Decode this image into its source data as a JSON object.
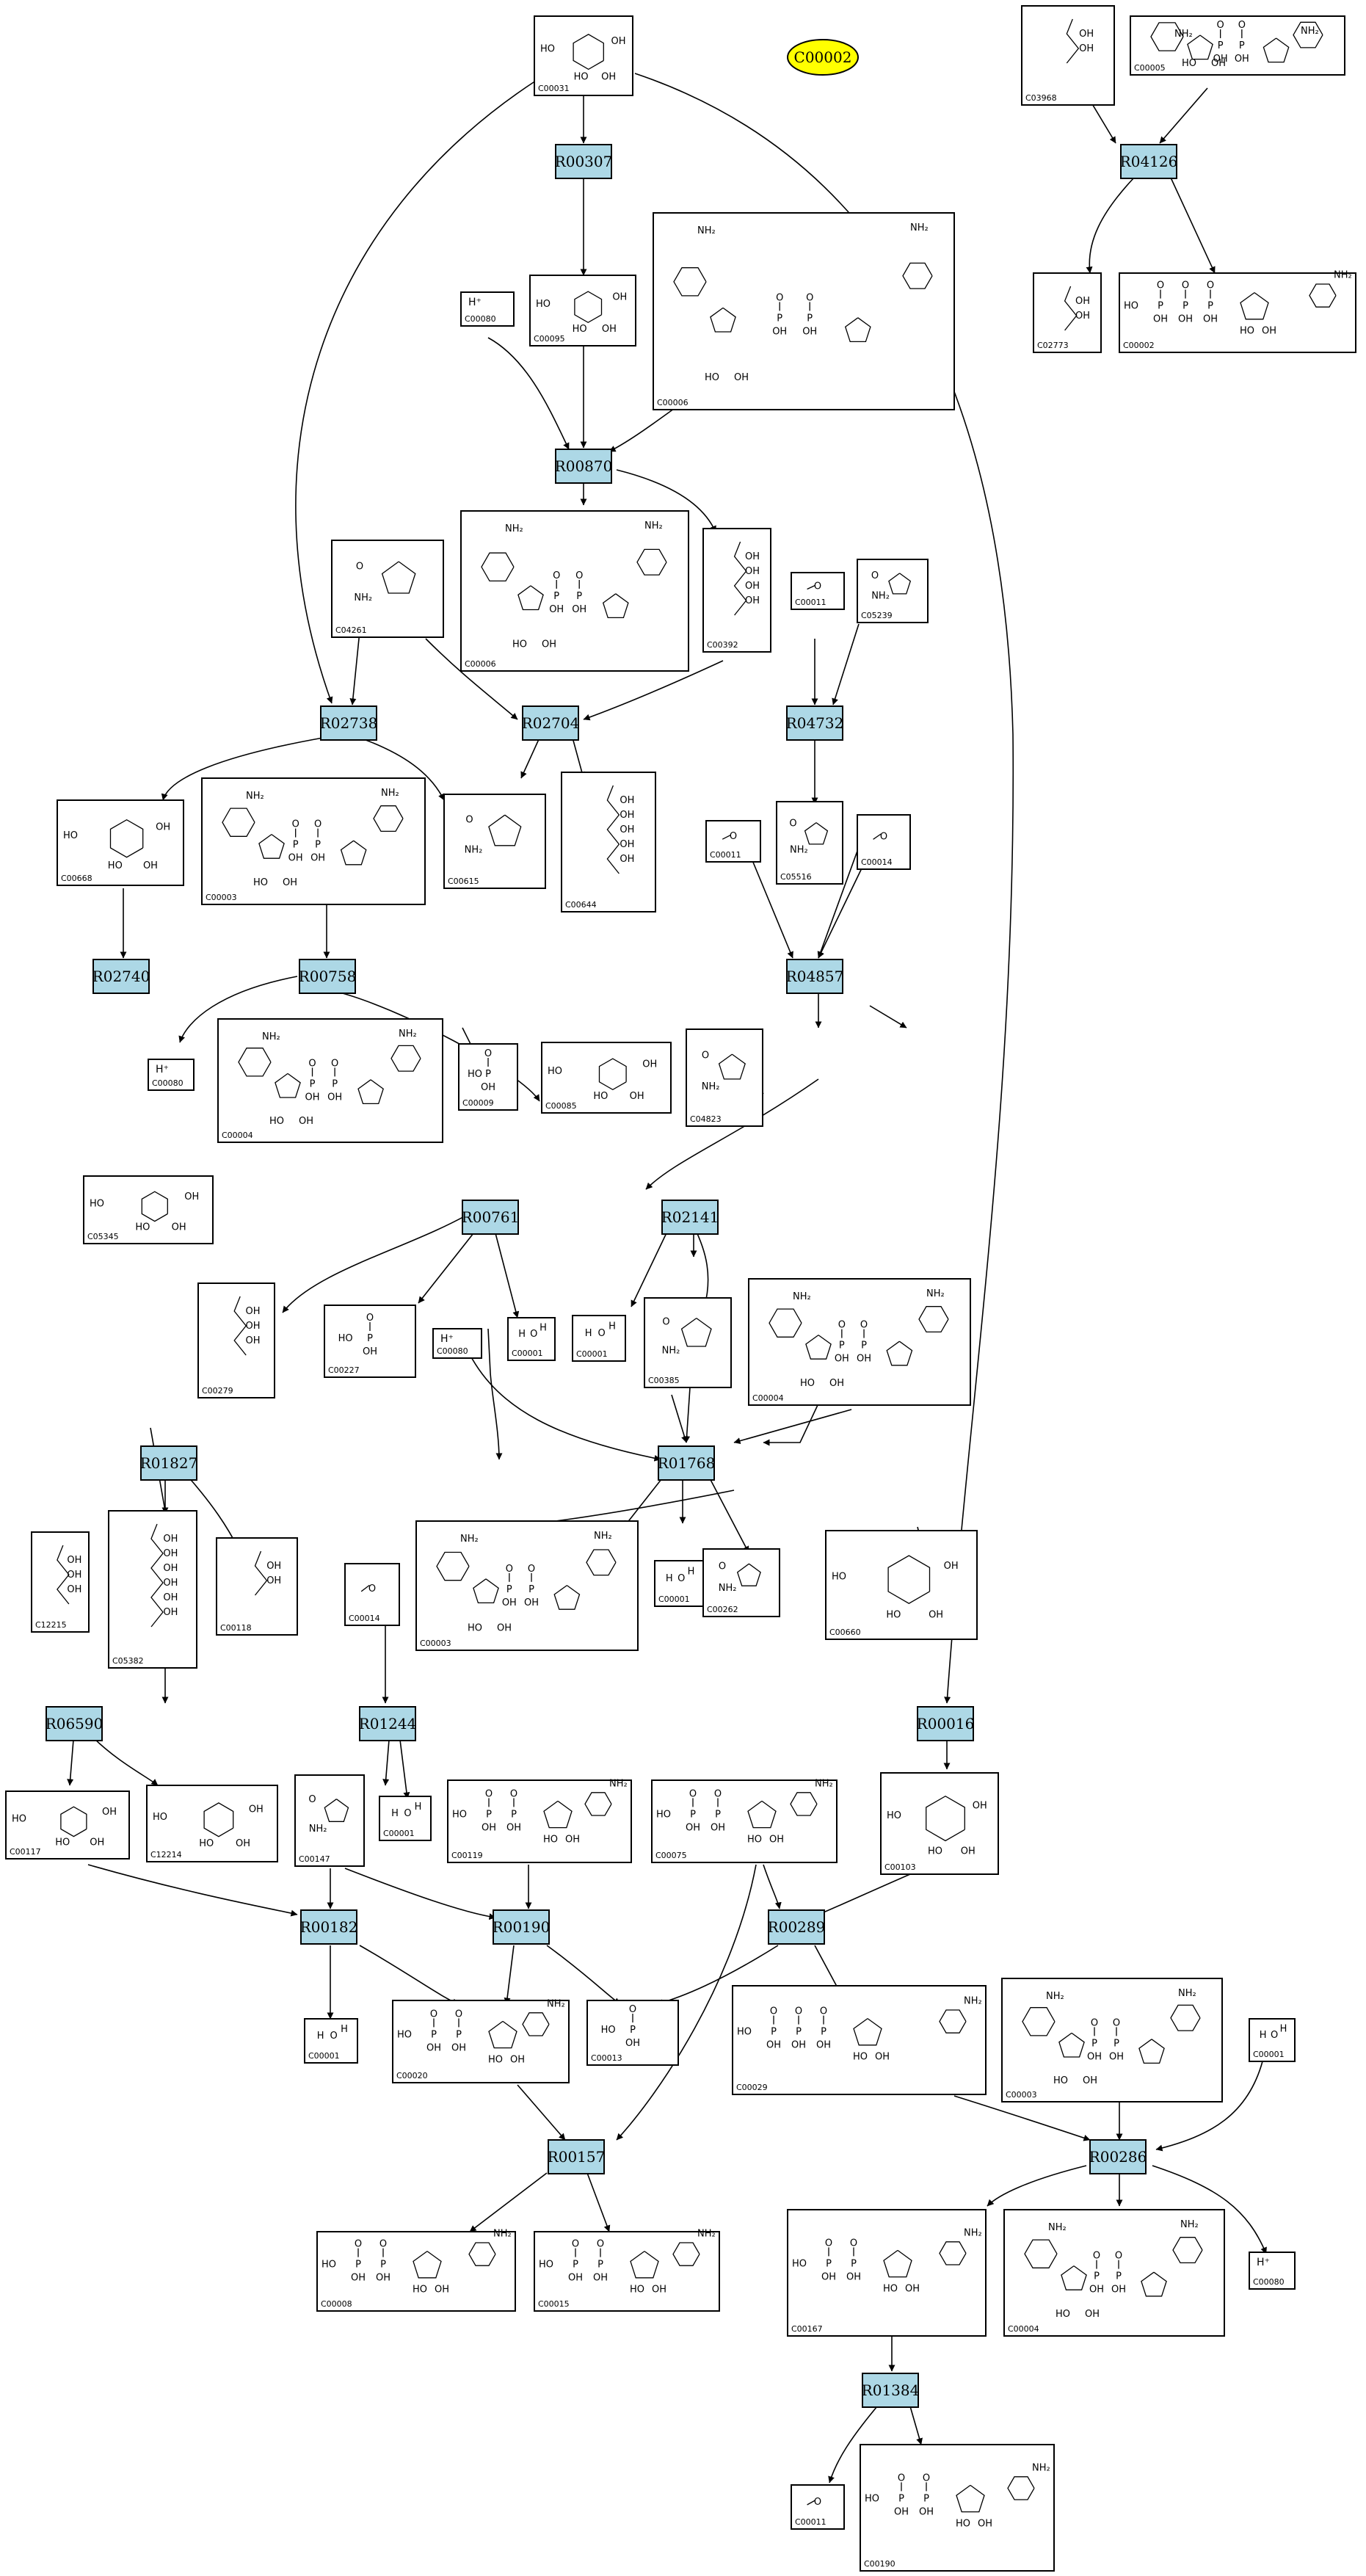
{
  "palette": {
    "reaction_fill": "#add8e6",
    "map_oval_fill": "#ffff00",
    "compound_fill": "#ffffff",
    "line": "#000000"
  },
  "map_label": "C00002",
  "compounds": [
    {
      "id": "C00031",
      "kind": "sugar"
    },
    {
      "id": "C03968",
      "kind": "chain"
    },
    {
      "id": "C00005",
      "kind": "dinuc"
    },
    {
      "id": "C00080",
      "kind": "hplus"
    },
    {
      "id": "C00095",
      "kind": "sugar"
    },
    {
      "id": "C00006",
      "kind": "dinuc"
    },
    {
      "id": "C02773",
      "kind": "chain"
    },
    {
      "id": "C00002",
      "kind": "nucleotide"
    },
    {
      "id": "C04261",
      "kind": "ring"
    },
    {
      "id": "C00006",
      "kind": "dinuc"
    },
    {
      "id": "C00392",
      "kind": "chain"
    },
    {
      "id": "C00011",
      "kind": "small"
    },
    {
      "id": "C05239",
      "kind": "ring"
    },
    {
      "id": "C00668",
      "kind": "sugar"
    },
    {
      "id": "C00003",
      "kind": "dinuc"
    },
    {
      "id": "C00615",
      "kind": "ring"
    },
    {
      "id": "C00644",
      "kind": "chain"
    },
    {
      "id": "C00011",
      "kind": "small"
    },
    {
      "id": "C05516",
      "kind": "ring"
    },
    {
      "id": "C00014",
      "kind": "small"
    },
    {
      "id": "C00080",
      "kind": "hplus"
    },
    {
      "id": "C00004",
      "kind": "dinuc"
    },
    {
      "id": "C00009",
      "kind": "phosphate"
    },
    {
      "id": "C00085",
      "kind": "sugar"
    },
    {
      "id": "C04823",
      "kind": "ring"
    },
    {
      "id": "C00001",
      "kind": "water"
    },
    {
      "id": "C05345",
      "kind": "sugar"
    },
    {
      "id": "C00279",
      "kind": "chain"
    },
    {
      "id": "C00227",
      "kind": "phosphate"
    },
    {
      "id": "C00080",
      "kind": "hplus"
    },
    {
      "id": "C00001",
      "kind": "water"
    },
    {
      "id": "C00001",
      "kind": "water"
    },
    {
      "id": "C00385",
      "kind": "ring"
    },
    {
      "id": "C00004",
      "kind": "dinuc"
    },
    {
      "id": "C12215",
      "kind": "chain"
    },
    {
      "id": "C05382",
      "kind": "chain"
    },
    {
      "id": "C00118",
      "kind": "chain"
    },
    {
      "id": "C00014",
      "kind": "small"
    },
    {
      "id": "C00003",
      "kind": "dinuc"
    },
    {
      "id": "C00001",
      "kind": "water"
    },
    {
      "id": "C00262",
      "kind": "ring"
    },
    {
      "id": "C00660",
      "kind": "sugar"
    },
    {
      "id": "C00117",
      "kind": "sugar"
    },
    {
      "id": "C12214",
      "kind": "sugar"
    },
    {
      "id": "C00147",
      "kind": "ring"
    },
    {
      "id": "C00001",
      "kind": "water"
    },
    {
      "id": "C00119",
      "kind": "nucleotide"
    },
    {
      "id": "C00075",
      "kind": "nucleotide"
    },
    {
      "id": "C00103",
      "kind": "sugar"
    },
    {
      "id": "C00001",
      "kind": "water"
    },
    {
      "id": "C00020",
      "kind": "nucleotide"
    },
    {
      "id": "C00013",
      "kind": "phosphate"
    },
    {
      "id": "C00029",
      "kind": "nucleotide"
    },
    {
      "id": "C00003",
      "kind": "dinuc"
    },
    {
      "id": "C00001",
      "kind": "water"
    },
    {
      "id": "C00008",
      "kind": "nucleotide"
    },
    {
      "id": "C00015",
      "kind": "nucleotide"
    },
    {
      "id": "C00167",
      "kind": "nucleotide"
    },
    {
      "id": "C00004",
      "kind": "dinuc"
    },
    {
      "id": "C00080",
      "kind": "hplus"
    },
    {
      "id": "C00011",
      "kind": "small"
    },
    {
      "id": "C00190",
      "kind": "nucleotide"
    }
  ],
  "reactions": [
    {
      "id": "R00307"
    },
    {
      "id": "R04126"
    },
    {
      "id": "R00870"
    },
    {
      "id": "R02738"
    },
    {
      "id": "R02704"
    },
    {
      "id": "R04732"
    },
    {
      "id": "R02740"
    },
    {
      "id": "R00758"
    },
    {
      "id": "R04857"
    },
    {
      "id": "R00761"
    },
    {
      "id": "R02141"
    },
    {
      "id": "R01827"
    },
    {
      "id": "R01768"
    },
    {
      "id": "R06590"
    },
    {
      "id": "R01244"
    },
    {
      "id": "R00016"
    },
    {
      "id": "R00182"
    },
    {
      "id": "R00190"
    },
    {
      "id": "R00289"
    },
    {
      "id": "R00157"
    },
    {
      "id": "R00286"
    },
    {
      "id": "R01384"
    }
  ],
  "glyph_text": {
    "hplus": "H⁺",
    "water_h": "H",
    "water_o": "O",
    "phosphate": "P",
    "oh": "OH",
    "nh2": "NH₂",
    "o": "O"
  }
}
